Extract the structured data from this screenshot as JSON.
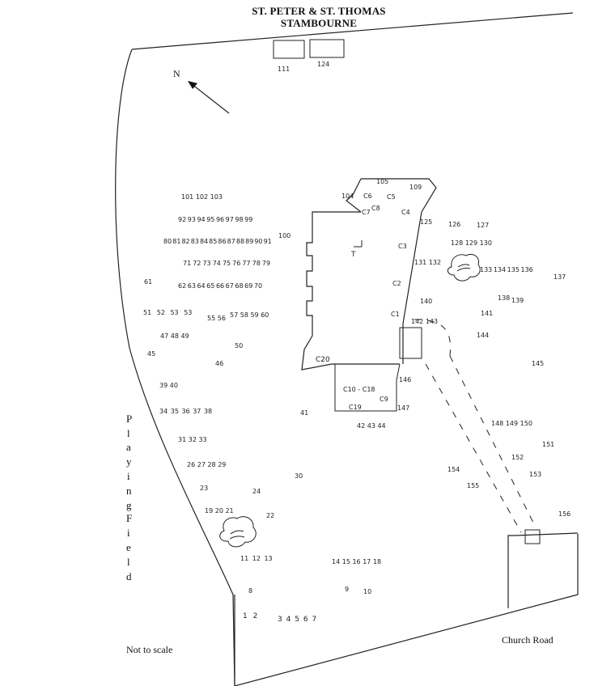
{
  "title": {
    "line1": "ST. PETER & ST. THOMAS",
    "line2": "STAMBOURNE"
  },
  "north_label": "N",
  "labels": {
    "playing_field": [
      "P",
      "l",
      "a",
      "y",
      "i",
      "n",
      "g",
      "",
      "F",
      "i",
      "e",
      "l",
      "d"
    ],
    "not_to_scale": "Not to scale",
    "church_road": "Church Road"
  },
  "plots": {
    "top_boxes": [
      "111",
      "124"
    ],
    "row_101": [
      "101",
      "102",
      "103"
    ],
    "row_92": [
      "92",
      "93",
      "94",
      "95",
      "96",
      "97",
      "98",
      "99"
    ],
    "p100": "100",
    "row_80": [
      "80",
      "81",
      "82",
      "83",
      "84",
      "85",
      "86",
      "87",
      "88",
      "89",
      "90",
      "91"
    ],
    "row_71": [
      "71",
      "72",
      "73",
      "74",
      "75",
      "76",
      "77",
      "78",
      "79"
    ],
    "p61": "61",
    "row_62": [
      "62",
      "63",
      "64",
      "65",
      "66",
      "67",
      "68",
      "69",
      "70"
    ],
    "row_51": [
      "51",
      "52",
      "53",
      "53"
    ],
    "row_55": [
      "55",
      "56"
    ],
    "row_57": [
      "57",
      "58",
      "59",
      "60"
    ],
    "row_47": [
      "47",
      "48",
      "49"
    ],
    "p50": "50",
    "p45": "45",
    "p46": "46",
    "row_39": [
      "39",
      "40"
    ],
    "row_34": [
      "34",
      "35",
      "36",
      "37",
      "38"
    ],
    "p41": "41",
    "row_31": [
      "31",
      "32",
      "33"
    ],
    "row_26": [
      "26",
      "27",
      "28",
      "29"
    ],
    "p30": "30",
    "p23": "23",
    "p24": "24",
    "row_19": [
      "19",
      "20",
      "21"
    ],
    "p22": "22",
    "row_11": [
      "11",
      "12",
      "13"
    ],
    "row_14": [
      "14",
      "15",
      "16",
      "17",
      "18"
    ],
    "p8": "8",
    "p9": "9",
    "p10": "10",
    "row_1": [
      "1",
      "2"
    ],
    "row_3": [
      "3",
      "4",
      "5",
      "6",
      "7"
    ],
    "church": {
      "c105": "105",
      "c109": "109",
      "c104": "104",
      "C6": "C6",
      "C5": "C5",
      "C8": "C8",
      "C7": "C7",
      "C4": "C4",
      "C3": "C3",
      "C2": "C2",
      "C1": "C1",
      "cross": "T",
      "C20": "C20",
      "C10_18": "C10 - C18",
      "C9": "C9",
      "C19": "C19"
    },
    "p125": "125",
    "p126": "126",
    "p127": "127",
    "row_128": [
      "128",
      "129",
      "130"
    ],
    "row_131": [
      "131",
      "132"
    ],
    "row_133": [
      "133",
      "134",
      "135",
      "136"
    ],
    "p137": "137",
    "p138": "138",
    "p139": "139",
    "p140": "140",
    "p141": "141",
    "row_142": [
      "142",
      "143"
    ],
    "p144": "144",
    "p145": "145",
    "p146": "146",
    "p147": "147",
    "row_42": [
      "42",
      "43",
      "44"
    ],
    "row_148": [
      "148",
      "149",
      "150"
    ],
    "p151": "151",
    "p152": "152",
    "p153": "153",
    "p154": "154",
    "p155": "155",
    "p156": "156"
  }
}
